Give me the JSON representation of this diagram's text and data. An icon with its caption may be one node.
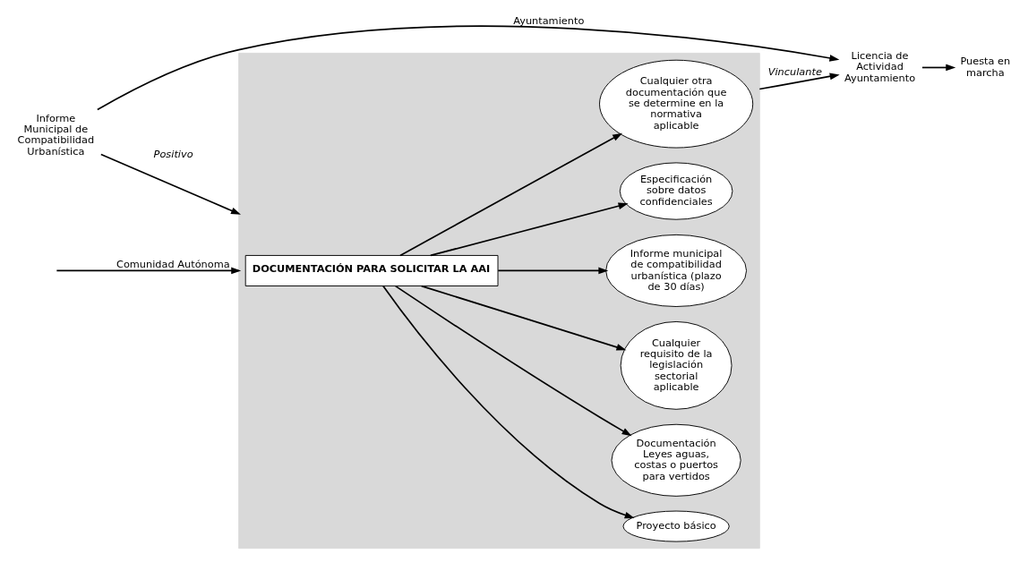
{
  "diagram": {
    "nodes": [
      {
        "text": [
          "Informe Municipal de Compatibilidad Urbanística"
        ]
      },
      {
        "text": [],
        "shape": "box"
      },
      {
        "text": [
          "DOCUMENTACIÓN PARA SOLICITAR LA AAI"
        ],
        "in": 1
      },
      {
        "text": [
          "Proyecto básico"
        ],
        "in": 1
      },
      {
        "text": [
          "Documentación Leyes aguas, costas o puertos para vertidos"
        ],
        "in": 1
      },
      {
        "text": [
          "Cualquier requisito de la legislación sectorial aplicable"
        ],
        "in": 1
      },
      {
        "text": [
          "Informe municipal de compatibilidad urbanística (plazo de 30 días)"
        ],
        "in": 1
      },
      {
        "text": [
          "Especificación sobre datos confidenciales"
        ],
        "in": 1
      },
      {
        "text": [
          "Cualquier otra documentación que se determine en la normativa aplicable"
        ],
        "in": 1
      },
      {
        "text": [
          "Licencia de Actividad",
          "Ayuntamiento"
        ]
      },
      {
        "text": [
          "Puesta en marcha"
        ]
      }
    ],
    "edges": [
      {
        "from": 0,
        "to": 1,
        "arrow": "to",
        "label": "Positivo"
      },
      {
        "from": 2,
        "to": 3,
        "arrow": "to"
      },
      {
        "from": 2,
        "to": 6,
        "arrow": "to"
      },
      {
        "from": 2,
        "to": 4,
        "arrow": "to"
      },
      {
        "from": 2,
        "to": 7,
        "arrow": "to"
      },
      {
        "from": 2,
        "to": 5,
        "arrow": "to"
      },
      {
        "from": 2,
        "to": 8,
        "arrow": "to"
      },
      {
        "from": 1,
        "to": 9,
        "arrow": "to",
        "label": "Vinculante"
      },
      {
        "from": 9,
        "to": 10,
        "arrow": "to"
      },
      {
        "from": null,
        "to": 1,
        "arrow": "to",
        "label": "Comunidad Autónoma"
      },
      {
        "from": 0,
        "to": 9,
        "arrow": "to",
        "label": "Ayuntamiento"
      }
    ]
  }
}
